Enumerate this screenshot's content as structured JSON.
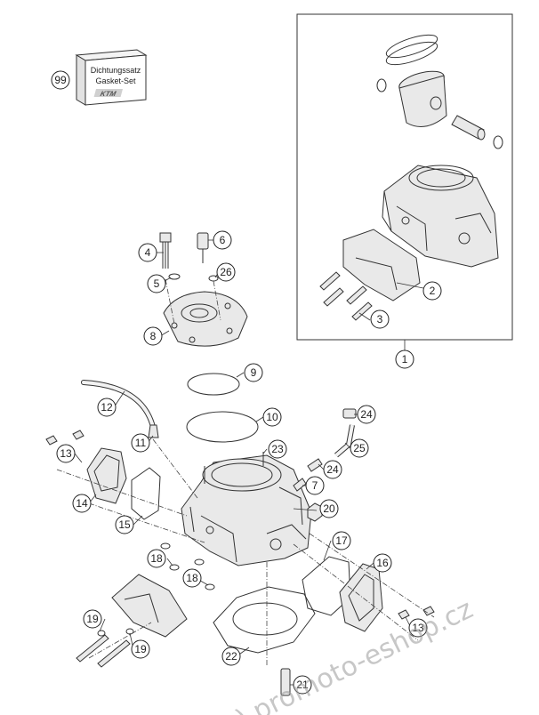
{
  "gasket_box": {
    "line1": "Dichtungssatz",
    "line2": "Gasket-Set"
  },
  "callouts": [
    {
      "num": "99"
    },
    {
      "num": "1"
    },
    {
      "num": "2"
    },
    {
      "num": "3"
    },
    {
      "num": "4"
    },
    {
      "num": "5"
    },
    {
      "num": "6"
    },
    {
      "num": "26"
    },
    {
      "num": "8"
    },
    {
      "num": "9"
    },
    {
      "num": "10"
    },
    {
      "num": "12"
    },
    {
      "num": "11"
    },
    {
      "num": "13"
    },
    {
      "num": "14"
    },
    {
      "num": "15"
    },
    {
      "num": "23"
    },
    {
      "num": "24"
    },
    {
      "num": "25"
    },
    {
      "num": "24"
    },
    {
      "num": "7"
    },
    {
      "num": "20"
    },
    {
      "num": "17"
    },
    {
      "num": "16"
    },
    {
      "num": "18"
    },
    {
      "num": "18"
    },
    {
      "num": "19"
    },
    {
      "num": "19"
    },
    {
      "num": "13"
    },
    {
      "num": "22"
    },
    {
      "num": "21"
    }
  ],
  "watermark": "(c) promoto-eshop.cz"
}
